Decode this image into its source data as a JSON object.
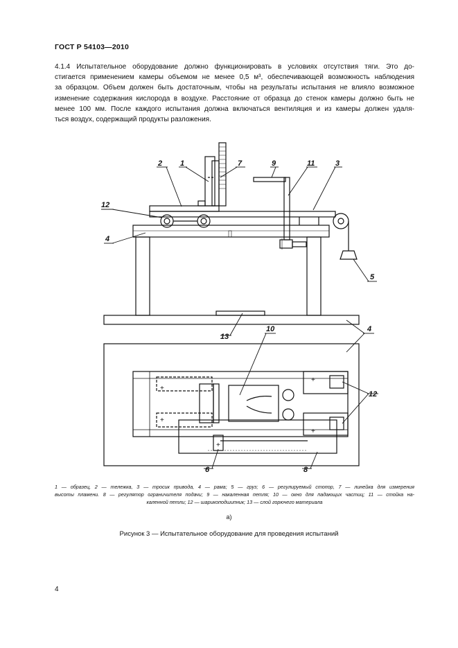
{
  "header": {
    "standard": "ГОСТ Р 54103—2010"
  },
  "paragraph": {
    "lines": [
      "4.1.4  Испытательное оборудование должно функционировать в условиях отсутствия тяги. Это до-",
      "стигается применением камеры объемом не менее 0,5 м³, обеспечивающей возможность наблюдения",
      "за образцом. Объем должен быть достаточным, чтобы на результаты испытания не влияло возможное",
      "изменение содержания кислорода в воздухе. Расстояние от образца до стенок камеры должно быть не",
      "менее 100 мм. После каждого испытания должна включаться вентиляция и из камеры должен удаля-",
      "ться воздух, содержащий продукты разложения."
    ]
  },
  "figure": {
    "labels": {
      "l1": "1",
      "l2": "2",
      "l3": "3",
      "l4a": "4",
      "l4b": "4",
      "l5": "5",
      "l6": "6",
      "l7": "7",
      "l8": "8",
      "l9": "9",
      "l10": "10",
      "l11": "11",
      "l12a": "12",
      "l12b": "12",
      "l13": "13"
    }
  },
  "legend": {
    "line1": "1 — образец, 2 — тележка, 3 — тросик привода, 4 — рама; 5 — груз; 6 — регулируемый стопор, 7 — линейка для измерения",
    "line2": "высоты пламени. 8 — регулятор ограничителя подачи; 9 — накаленная петля; 10 — окно для падающих частиц; 11 — стойка на-",
    "line3": "каленной петли; 12 — шарикоподшипник; 13 — слой горючего материала"
  },
  "subfigure": "а)",
  "caption": "Рисунок 3 — Испытательное оборудование для проведения испытаний",
  "page_number": "4"
}
